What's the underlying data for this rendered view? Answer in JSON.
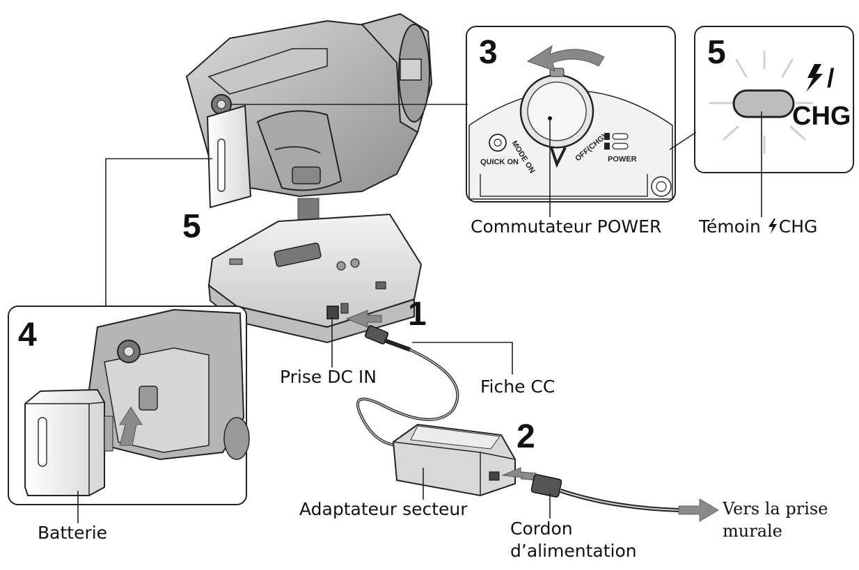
{
  "steps": {
    "step1": "1",
    "step2": "2",
    "step3": "3",
    "step4": "4",
    "step5_inset": "5",
    "step5_dock": "5"
  },
  "labels": {
    "power_switch": "Commutateur POWER",
    "charge_lamp_prefix": "Témoin ",
    "charge_lamp_suffix": "CHG",
    "dc_in_jack": "Prise DC IN",
    "dc_plug": "Fiche CC",
    "ac_adaptor": "Adaptateur secteur",
    "battery": "Batterie",
    "power_cord_line1": "Cordon",
    "power_cord_line2": "d’alimentation",
    "wall_outlet_line1": "Vers la prise",
    "wall_outlet_line2": "murale"
  },
  "switch_inset": {
    "mode_text": "MODE ON",
    "off_text": "OFF(CHG)",
    "quick_on": "QUICK ON",
    "power_text": "POWER"
  },
  "lamp_inset": {
    "lamp_text": "CHG",
    "slash": "/"
  },
  "icons": [
    "lightning-icon",
    "arrow-rotate-icon",
    "arrow-down-icon",
    "arrow-up-icon",
    "arrow-right-icon"
  ]
}
